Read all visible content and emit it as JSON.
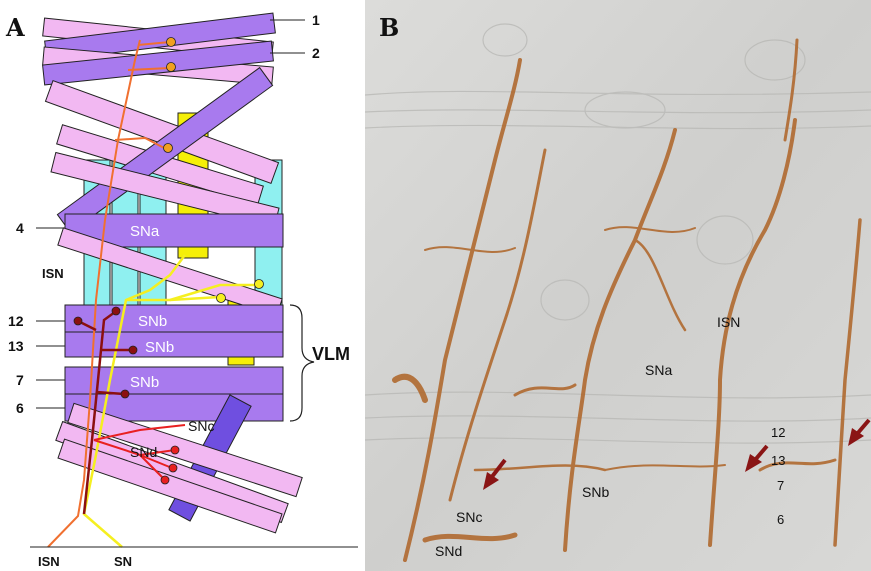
{
  "panel_a": {
    "letter": "A",
    "muscle_numbers": [
      "1",
      "2",
      "4",
      "12",
      "13",
      "7",
      "6"
    ],
    "nerve_labels": {
      "isn_side": "ISN",
      "snc": "SNc",
      "snd": "SNd",
      "isn_bottom": "ISN",
      "sn_bottom": "SN"
    },
    "muscle_labels": {
      "sna": "SNa",
      "snb1": "SNb",
      "snb2": "SNb",
      "snb3": "SNb"
    },
    "vlm": "VLM",
    "colors": {
      "pink": "#f2b8f2",
      "purple": "#a87aee",
      "dark_purple": "#6f4fe0",
      "cyan": "#8ff0f0",
      "yellow_block": "#f5ef08",
      "isn_nerve": "#f07030",
      "sn_nerve": "#f5ef20",
      "snb_nerve": "#8b1010",
      "snc_nerve": "#e82020",
      "orange_dot": "#f0a020"
    }
  },
  "panel_b": {
    "letter": "B",
    "labels": {
      "isn": "ISN",
      "sna": "SNa",
      "snb": "SNb",
      "snc": "SNc",
      "snd": "SNd",
      "m12": "12",
      "m13": "13",
      "m7": "7",
      "m6": "6"
    },
    "colors": {
      "background": "#d4d4d2",
      "stain": "#b06a30",
      "arrow": "#8a1515"
    }
  }
}
